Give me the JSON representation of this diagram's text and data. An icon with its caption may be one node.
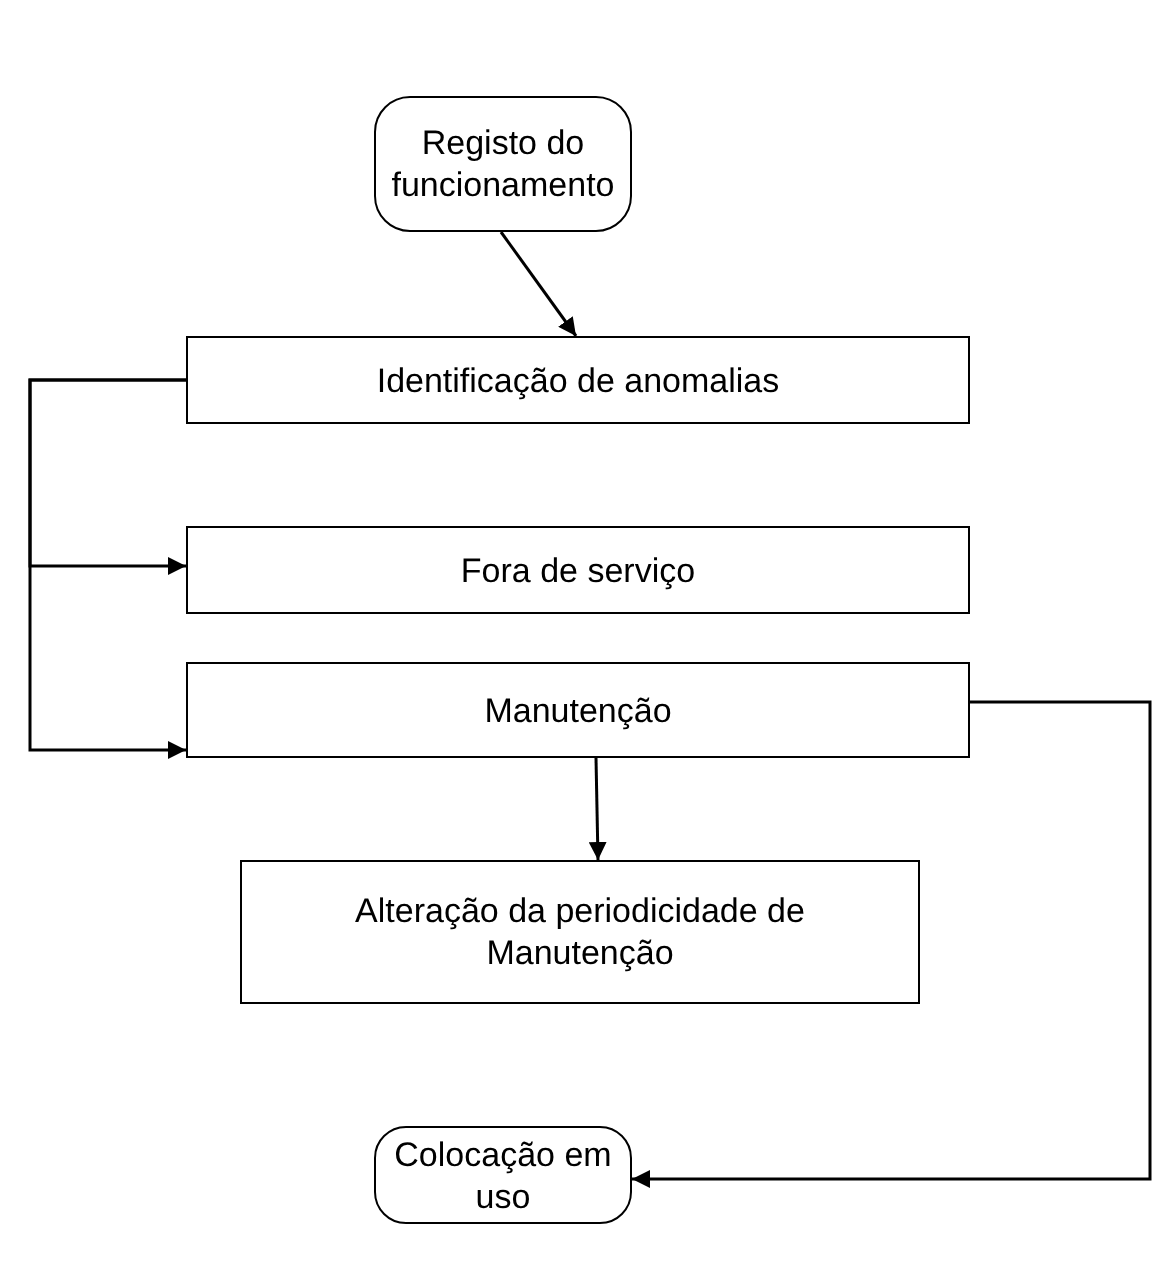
{
  "diagram": {
    "nodes": [
      {
        "text": [
          "Registo do funcionamento"
        ]
      },
      {
        "text": [
          "Identificação de anomalias"
        ]
      },
      {
        "text": [
          "Fora de serviço"
        ]
      },
      {
        "text": [
          "Manutenção"
        ]
      },
      {
        "text": [
          "Alteração da periodicidade de Manutenção"
        ]
      },
      {
        "text": [
          "Colocação em uso"
        ]
      }
    ],
    "edges": [
      {
        "from": 0,
        "to": 1,
        "arrow": "to"
      },
      {
        "from": 1,
        "to": 2,
        "arrow": "to"
      },
      {
        "from": 1,
        "to": 3,
        "arrow": "to"
      },
      {
        "from": 3,
        "to": 4,
        "arrow": "to"
      },
      {
        "from": 3,
        "to": 5,
        "arrow": "to"
      }
    ]
  }
}
